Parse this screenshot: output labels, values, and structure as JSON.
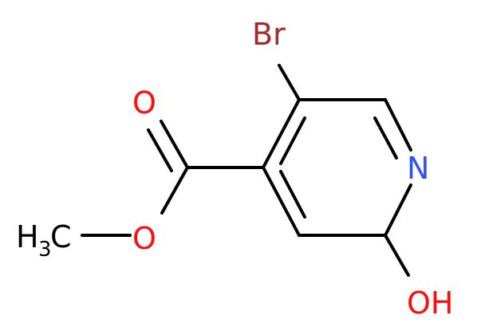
{
  "molecule": {
    "atoms": {
      "br": "Br",
      "n": "N",
      "o_carbonyl": "O",
      "o_ester": "O",
      "methyl_h": "H",
      "methyl_sub": "3",
      "methyl_c": "C",
      "oh": "OH"
    },
    "colors": {
      "bond": "#000000",
      "bromine": "#a52a2a",
      "nitrogen": "#3050f8",
      "oxygen": "#ff0d0d",
      "carbon": "#000000"
    }
  }
}
